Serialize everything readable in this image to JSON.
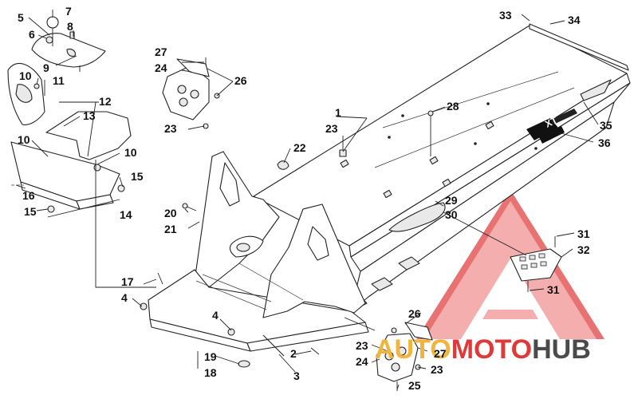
{
  "callouts": [
    {
      "id": "c1",
      "text": "1"
    },
    {
      "id": "c2",
      "text": "2"
    },
    {
      "id": "c3",
      "text": "3"
    },
    {
      "id": "c4a",
      "text": "4"
    },
    {
      "id": "c4b",
      "text": "4"
    },
    {
      "id": "c5",
      "text": "5"
    },
    {
      "id": "c6",
      "text": "6"
    },
    {
      "id": "c7",
      "text": "7"
    },
    {
      "id": "c8",
      "text": "8"
    },
    {
      "id": "c9",
      "text": "9"
    },
    {
      "id": "c10a",
      "text": "10"
    },
    {
      "id": "c10b",
      "text": "10"
    },
    {
      "id": "c10c",
      "text": "10"
    },
    {
      "id": "c11",
      "text": "11"
    },
    {
      "id": "c12",
      "text": "12"
    },
    {
      "id": "c13",
      "text": "13"
    },
    {
      "id": "c14",
      "text": "14"
    },
    {
      "id": "c15a",
      "text": "15"
    },
    {
      "id": "c15b",
      "text": "15"
    },
    {
      "id": "c16",
      "text": "16"
    },
    {
      "id": "c17",
      "text": "17"
    },
    {
      "id": "c18",
      "text": "18"
    },
    {
      "id": "c19",
      "text": "19"
    },
    {
      "id": "c20",
      "text": "20"
    },
    {
      "id": "c21",
      "text": "21"
    },
    {
      "id": "c22",
      "text": "22"
    },
    {
      "id": "c23a",
      "text": "23"
    },
    {
      "id": "c23b",
      "text": "23"
    },
    {
      "id": "c23c",
      "text": "23"
    },
    {
      "id": "c23d",
      "text": "23"
    },
    {
      "id": "c24a",
      "text": "24"
    },
    {
      "id": "c24b",
      "text": "24"
    },
    {
      "id": "c25",
      "text": "25"
    },
    {
      "id": "c26a",
      "text": "26"
    },
    {
      "id": "c26b",
      "text": "26"
    },
    {
      "id": "c27a",
      "text": "27"
    },
    {
      "id": "c27b",
      "text": "27"
    },
    {
      "id": "c28",
      "text": "28"
    },
    {
      "id": "c29",
      "text": "29"
    },
    {
      "id": "c30",
      "text": "30"
    },
    {
      "id": "c31a",
      "text": "31"
    },
    {
      "id": "c31b",
      "text": "31"
    },
    {
      "id": "c32",
      "text": "32"
    },
    {
      "id": "c33",
      "text": "33"
    },
    {
      "id": "c34",
      "text": "34"
    },
    {
      "id": "c35",
      "text": "35"
    },
    {
      "id": "c36",
      "text": "36"
    }
  ],
  "watermark": {
    "word_part1": "AUTO",
    "word_part2": "MOTO",
    "word_part3": "HUB",
    "color_part1": "#f0b53a",
    "color_part2": "#e0393a",
    "color_part3": "#4a4a4a"
  }
}
